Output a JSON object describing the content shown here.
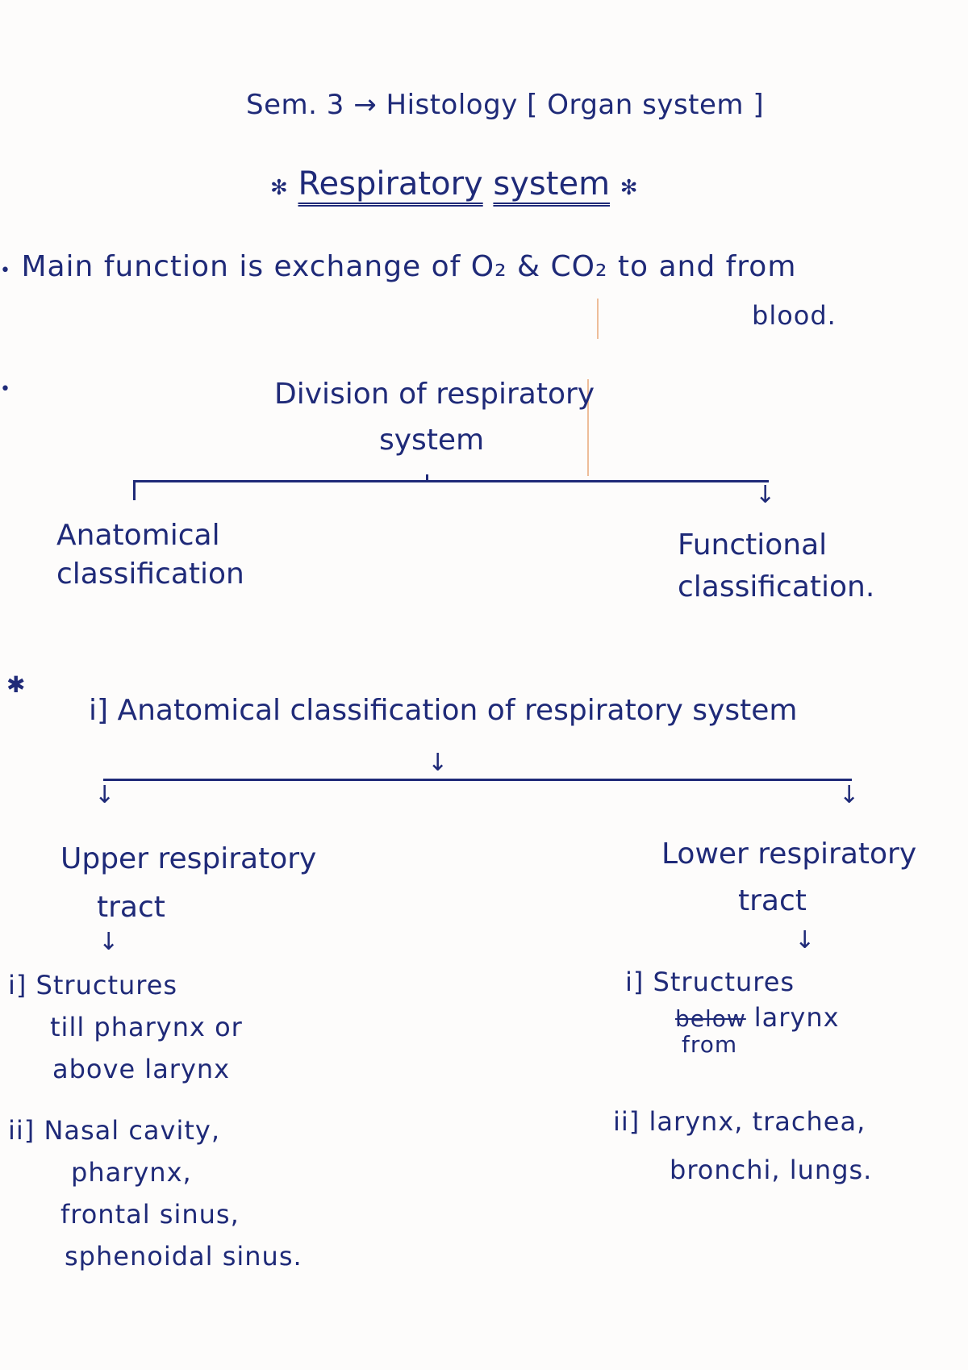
{
  "header": {
    "course": "Sem. 3",
    "arrow": "→",
    "subject": "Histology",
    "topic_bracket": "[ Organ system ]"
  },
  "title": {
    "bullet_left": "✻",
    "word1": "Respiratory",
    "word2": "system",
    "bullet_right": "✻"
  },
  "intro": {
    "bullet": "•",
    "line1": "Main function is exchange of O₂ & CO₂ to and from",
    "line2": "blood."
  },
  "division": {
    "bullet": "•",
    "line1": "Division of respiratory",
    "line2": "system",
    "left": {
      "line1": "Anatomical",
      "line2": "classification"
    },
    "right": {
      "line1": "Functional",
      "line2": "classification."
    }
  },
  "anatomical": {
    "bullet": "✱",
    "heading": "i] Anatomical classification of respiratory system",
    "upper": {
      "line1": "Upper respiratory",
      "line2": "tract",
      "items": [
        {
          "marker": "i]",
          "lines": [
            "Structures",
            "till pharynx or",
            "above larynx"
          ]
        },
        {
          "marker": "ii]",
          "lines": [
            "Nasal cavity,",
            "pharynx,",
            "frontal sinus,",
            "sphenoidal sinus."
          ]
        }
      ]
    },
    "lower": {
      "line1": "Lower respiratory",
      "line2": "tract",
      "items": [
        {
          "marker": "i]",
          "lines": [
            "Structures"
          ],
          "struck": "below",
          "after_struck": "larynx",
          "correction": "from"
        },
        {
          "marker": "ii]",
          "lines": [
            "larynx, trachea,",
            "bronchi, lungs."
          ]
        }
      ]
    }
  },
  "arrows": {
    "down": "↓"
  }
}
